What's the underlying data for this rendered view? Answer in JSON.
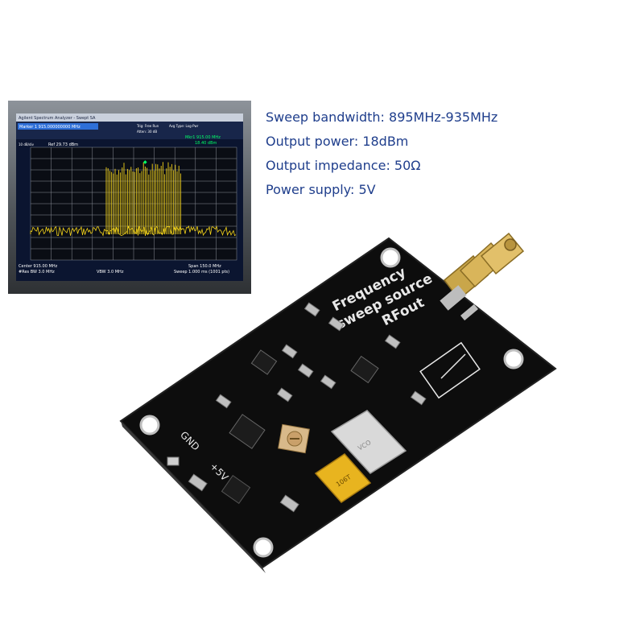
{
  "analyzer": {
    "window_title": "Agilent Spectrum Analyzer - Swept SA",
    "marker_readout": "Marker 1 915.000000000 MHz",
    "mkr_label": "Mkr1 915.00 MHz",
    "mkr_level": "18.40 dBm",
    "ref_level": "Ref 29.73 dBm",
    "scale": "10 dB/div",
    "trig": "Trig: Free Run",
    "avg_type": "Avg Type: Log-Pwr",
    "atten": "Atten: 30 dB",
    "center": "Center 915.00 MHz",
    "res_bw": "#Res BW 3.0 MHz",
    "vbw": "VBW 3.0 MHz",
    "span": "Span 150.0 MHz",
    "sweep": "Sweep 1.000 ms (1001 pts)"
  },
  "specs": [
    "Sweep bandwidth: 895MHz-935MHz",
    "Output power: 18dBm",
    "Output impedance: 50Ω",
    "Power supply: 5V"
  ],
  "board": {
    "silk_line1": "Frequency",
    "silk_line2": "sweep source",
    "silk_line3": "RFout",
    "gnd_label": "GND",
    "vcc_label": "+5V",
    "crystal_marking": "VCO",
    "capacitor_marking": "106T"
  },
  "colors": {
    "spec_text": "#1f3e8c",
    "trace": "#f2d21a",
    "pcb": "#0d0d0d",
    "gold": "#c9a64a"
  }
}
